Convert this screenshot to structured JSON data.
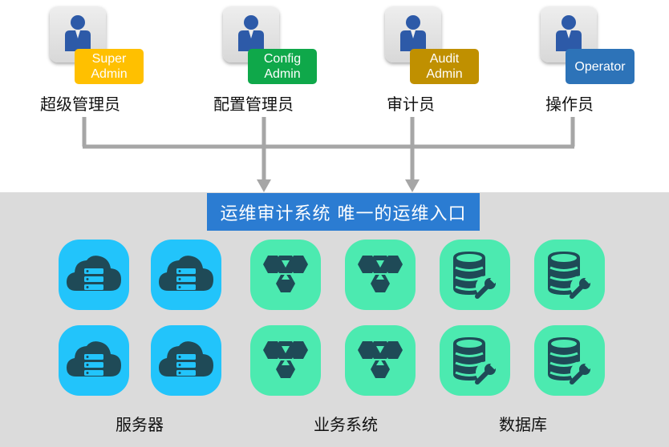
{
  "roles": [
    {
      "badge_lines": [
        "Super",
        "Admin"
      ],
      "label": "超级管理员",
      "badge_color": "#ffc000"
    },
    {
      "badge_lines": [
        "Config",
        "Admin"
      ],
      "label": "配置管理员",
      "badge_color": "#0fa84a"
    },
    {
      "badge_lines": [
        "Audit",
        "Admin"
      ],
      "label": "审计员",
      "badge_color": "#c09000"
    },
    {
      "badge_lines": [
        "Operator"
      ],
      "label": "操作员",
      "badge_color": "#2d73b8"
    }
  ],
  "system": {
    "title": "运维审计系统 唯一的运维入口"
  },
  "groups": [
    {
      "label": "服务器",
      "icon": "cloud-server-icon",
      "color": "#22c4fb"
    },
    {
      "label": "业务系统",
      "icon": "hexagon-cluster-icon",
      "color": "#4ceab0"
    },
    {
      "label": "数据库",
      "icon": "database-wrench-icon",
      "color": "#4ceab0"
    }
  ],
  "colors": {
    "panel": "#dbdbdb",
    "connector": "#a6a6a6",
    "banner": "#2b7cd2",
    "icon_dark": "#1f4a57"
  }
}
